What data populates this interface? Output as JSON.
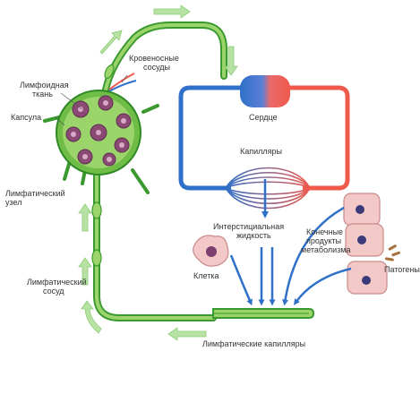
{
  "labels": {
    "lymphoid_tissue_line1": "Лимфоидная",
    "lymphoid_tissue_line2": "ткань",
    "capsule": "Капсула",
    "lymph_node_line1": "Лимфатический",
    "lymph_node_line2": "узел",
    "lymph_vessel_line1": "Лимфатический",
    "lymph_vessel_line2": "сосуд",
    "blood_vessels_line1": "Кровеносные",
    "blood_vessels_line2": "сосуды",
    "heart": "Сердце",
    "capillaries": "Капилляры",
    "interstitial_line1": "Интерстициальная",
    "interstitial_line2": "жидкость",
    "metabolic_line1": "Конечные",
    "metabolic_line2": "продукты",
    "metabolic_line3": "метаболизма",
    "cell": "Клетка",
    "pathogen": "Патогены",
    "lymph_capillaries": "Лимфатические капилляры"
  },
  "colors": {
    "lymph_green": "#3a9a2f",
    "lymph_fill": "#9bd46b",
    "arrow_green": "#b7e2a3",
    "artery_red": "#ef5a4c",
    "vein_blue": "#2f71c9",
    "node_purple": "#8b4a74",
    "cell_pink": "#f3c9c7"
  }
}
